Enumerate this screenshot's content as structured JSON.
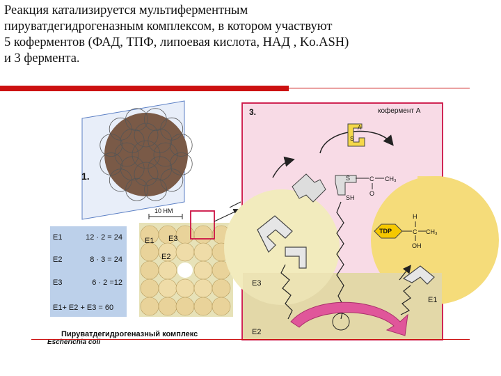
{
  "slide": {
    "lines": [
      "Реакция катализируется мультиферментным",
      "пируватдегидрогеназным комплексом, в котором участвуют",
      "5 коферментов (ФАД, ТПФ, липоевая кислота, НАД , Ko.ASH)",
      "и 3 фермента."
    ]
  },
  "figure": {
    "panel1_label": "1.",
    "panel3_label": "3.",
    "scale_label": "10 НМ",
    "grid_labels": {
      "e1": "E1",
      "e3": "E3",
      "e2": "E2"
    },
    "enzyme_table": [
      {
        "label": "E1",
        "value": "12 · 2 = 24"
      },
      {
        "label": "E2",
        "value": "8 · 3 = 24"
      },
      {
        "label": "E3",
        "value": "6 · 2 =12"
      },
      {
        "label": "E1+ E2 + E3 = 60",
        "value": ""
      }
    ],
    "caption": "Пируватдегидрогеназный комплекс",
    "caption_sub": "Escherichia coli",
    "coenzyme_a_label": "кофермент А",
    "tdp_label": "TDP",
    "chem": {
      "ch3_top": "CH₃",
      "o_top": "O",
      "c_top": "C",
      "h_label": "H",
      "c_right": "C",
      "ch3_right": "CH₃",
      "oh_label": "OH",
      "s_label": "S",
      "sh_label": "SH",
      "a_label": "A"
    },
    "region_labels": {
      "e3": "E3",
      "e1": "E1",
      "e2": "E2"
    }
  },
  "colors": {
    "accent_red": "#cc1111",
    "panel_pink": "#f8dbe6",
    "sphere_brown": "#7a5a47",
    "table_blue": "#bcd0ea",
    "yellow_e3": "#f2ebbd",
    "yellow_e1": "#f5dc7a",
    "arrow_magenta": "#e0569a"
  }
}
